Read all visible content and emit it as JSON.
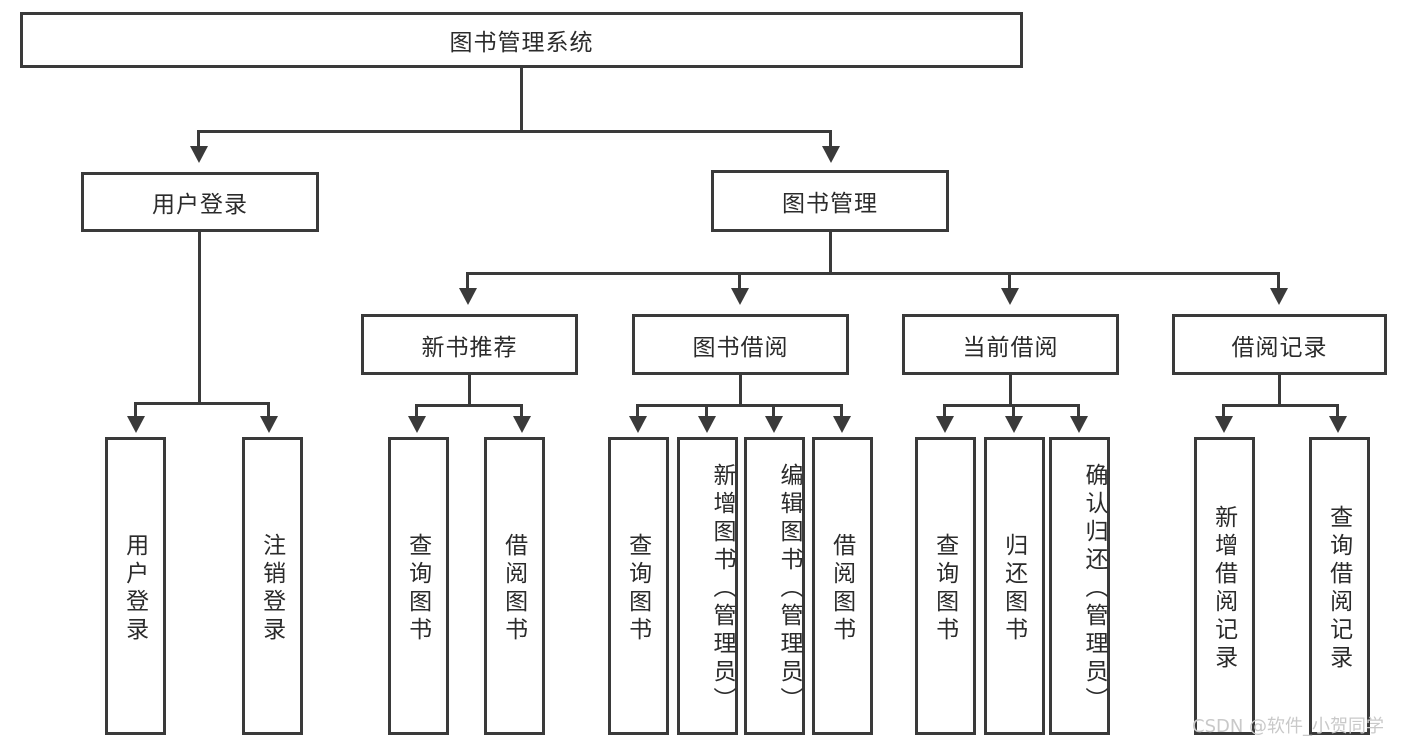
{
  "diagram": {
    "type": "tree-hierarchy",
    "root": {
      "label": "图书管理系统"
    },
    "level1": [
      {
        "label": "用户登录"
      },
      {
        "label": "图书管理"
      }
    ],
    "level2": [
      {
        "label": "新书推荐"
      },
      {
        "label": "图书借阅"
      },
      {
        "label": "当前借阅"
      },
      {
        "label": "借阅记录"
      }
    ],
    "leaves": {
      "user_login": [
        {
          "label": "用户登录"
        },
        {
          "label": "注销登录"
        }
      ],
      "new_book_recommend": [
        {
          "label": "查询图书"
        },
        {
          "label": "借阅图书"
        }
      ],
      "book_borrow": [
        {
          "label": "查询图书"
        },
        {
          "label": "新增图书（管理员）"
        },
        {
          "label": "编辑图书（管理员）"
        },
        {
          "label": "借阅图书"
        }
      ],
      "current_borrow": [
        {
          "label": "查询图书"
        },
        {
          "label": "归还图书"
        },
        {
          "label": "确认归还（管理员）"
        }
      ],
      "borrow_record": [
        {
          "label": "新增借阅记录"
        },
        {
          "label": "查询借阅记录"
        }
      ]
    }
  },
  "watermark": {
    "text": "CSDN @软件_小贺同学"
  },
  "colors": {
    "stroke": "#3a3a3a",
    "fill": "#ffffff",
    "text": "#2b2b2b",
    "watermark": "#c9c9c9"
  }
}
